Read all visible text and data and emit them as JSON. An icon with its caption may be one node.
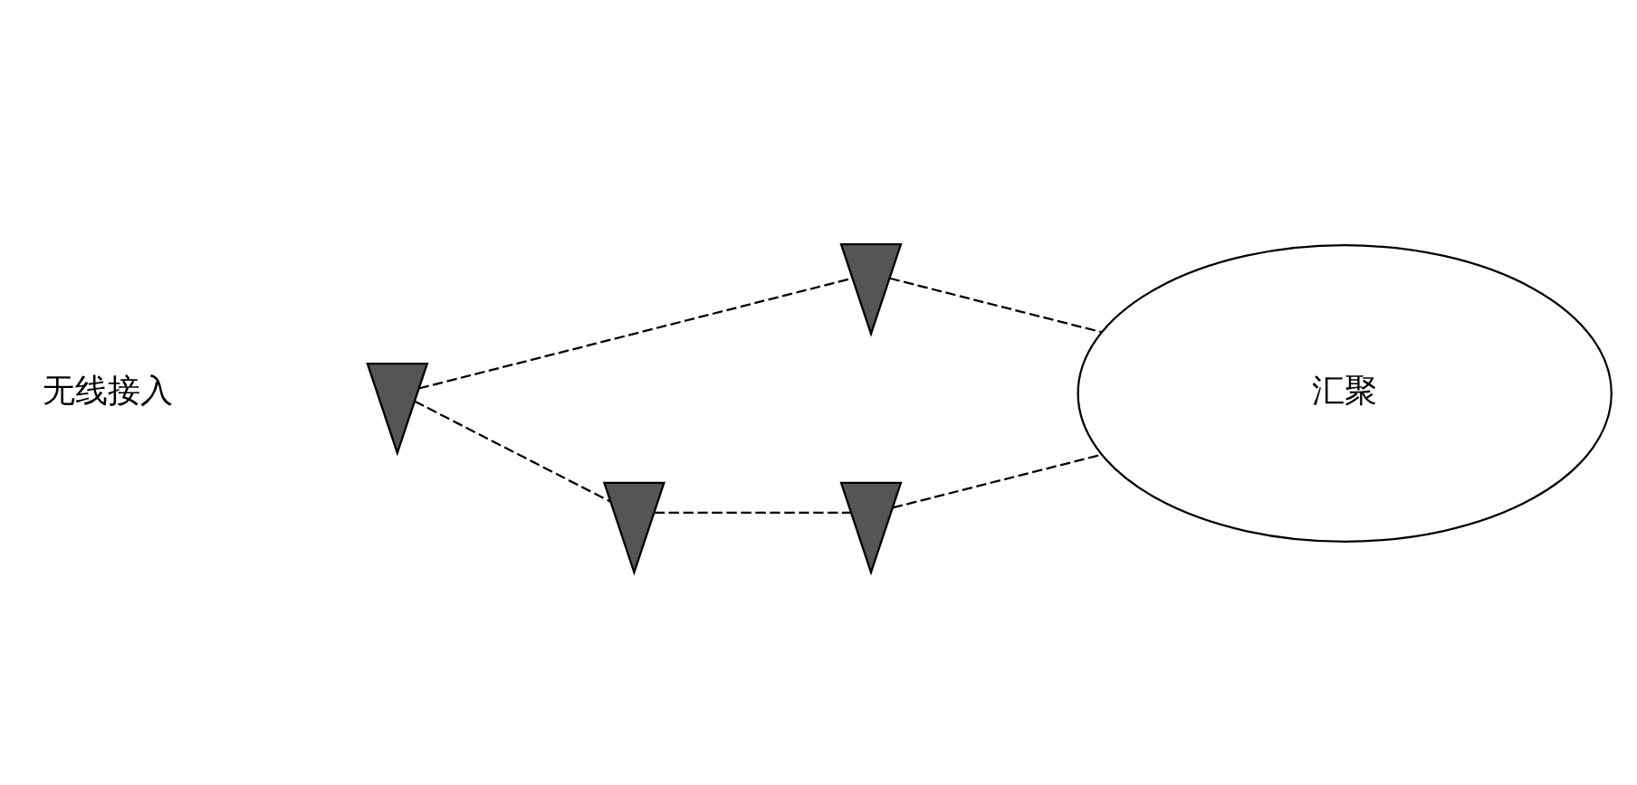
{
  "diagram": {
    "nodes": [
      {
        "text": [],
        "shape": "tower"
      },
      {
        "text": [],
        "shape": "tower"
      },
      {
        "text": [],
        "shape": "tower"
      },
      {
        "text": [],
        "shape": "tower"
      },
      {
        "text": [
          "汇聚"
        ]
      }
    ],
    "edges": [
      {
        "from": 0,
        "to": 1,
        "arrow": "none",
        "style": "dashed"
      },
      {
        "from": 0,
        "to": 2,
        "arrow": "none",
        "style": "dashed"
      },
      {
        "from": 2,
        "to": 3,
        "arrow": "none",
        "style": "dashed"
      },
      {
        "from": 3,
        "to": 4,
        "arrow": "none",
        "style": "dashed"
      },
      {
        "from": 1,
        "to": 4,
        "arrow": "none",
        "style": "dashed"
      }
    ],
    "labels": [
      "无线接入"
    ]
  }
}
